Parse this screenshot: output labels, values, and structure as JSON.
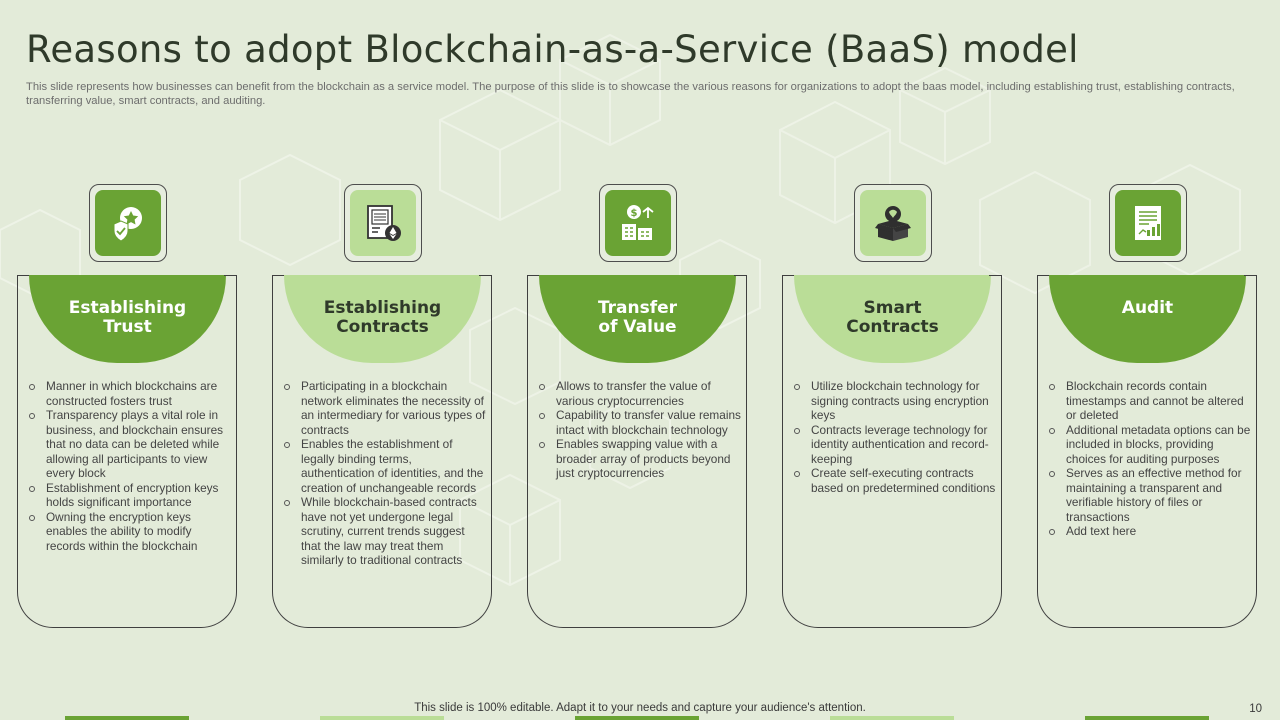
{
  "slide": {
    "title": "Reasons to adopt Blockchain-as-a-Service (BaaS) model",
    "subtitle": "This slide represents how businesses can benefit from the blockchain as a service model. The purpose of this slide is to showcase the various reasons for organizations to adopt the baas model, including establishing trust, establishing contracts, transferring value, smart contracts, and auditing.",
    "footer": "This slide is 100% editable. Adapt it to your needs and capture your audience's attention.",
    "page_number": "10"
  },
  "colors": {
    "dark_green": "#6aa334",
    "light_green": "#badd97",
    "background": "#e3ebd9"
  },
  "cards": [
    {
      "heading": "Establishing\nTrust",
      "icon": "badge-shield-icon",
      "style": "dark",
      "bullets": [
        "Manner in which blockchains are constructed fosters trust",
        "Transparency plays a vital role in business, and blockchain ensures that no data can be deleted while allowing all participants to view every block",
        "Establishment of encryption keys holds significant importance",
        "Owning the encryption keys enables the ability to modify records within the blockchain"
      ]
    },
    {
      "heading": "Establishing\nContracts",
      "icon": "contract-document-icon",
      "style": "light",
      "bullets": [
        "Participating in a blockchain network eliminates the necessity of an intermediary for various types of contracts",
        "Enables the establishment of legally binding terms, authentication of identities, and the creation of unchangeable records",
        "While blockchain-based contracts have not yet undergone legal scrutiny, current trends suggest that the law may treat them similarly to traditional contracts"
      ]
    },
    {
      "heading": "Transfer\nof Value",
      "icon": "money-building-icon",
      "style": "dark",
      "bullets": [
        "Allows to transfer the value of various cryptocurrencies",
        "Capability to transfer value remains intact with blockchain technology",
        "Enables swapping value with a broader array of products beyond just cryptocurrencies"
      ]
    },
    {
      "heading": "Smart\nContracts",
      "icon": "open-box-icon",
      "style": "light",
      "bullets": [
        "Utilize blockchain technology for signing contracts using encryption keys",
        "Contracts leverage technology for identity authentication and record-keeping",
        "Create self-executing contracts based on predetermined conditions"
      ]
    },
    {
      "heading": "Audit",
      "icon": "audit-report-icon",
      "style": "dark",
      "bullets": [
        "Blockchain records contain timestamps and cannot be altered or deleted",
        "Additional metadata options can be included in blocks, providing choices for auditing purposes",
        "Serves as an effective method for maintaining a transparent and verifiable history of files or transactions",
        "Add text here"
      ]
    }
  ]
}
